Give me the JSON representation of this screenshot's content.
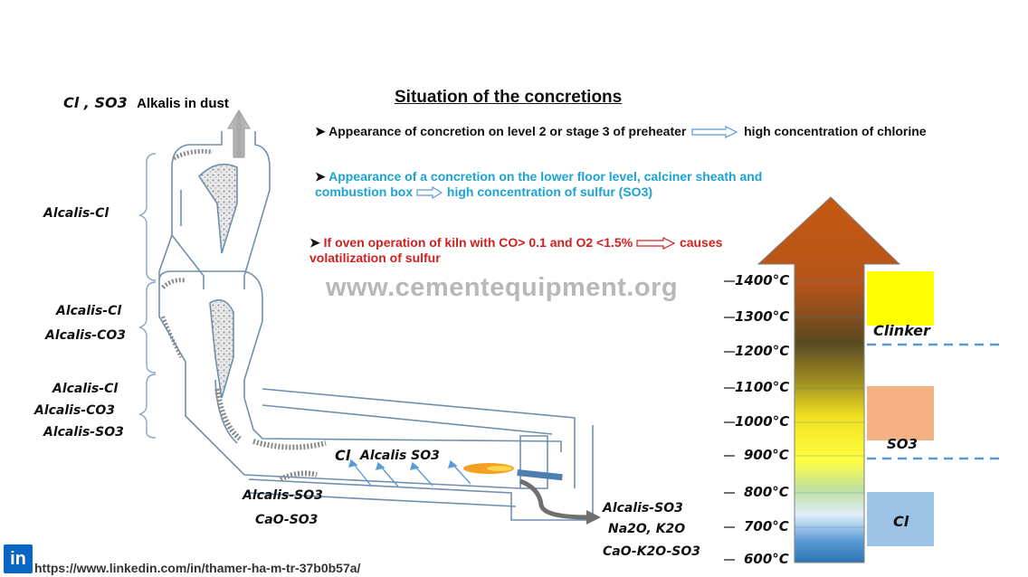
{
  "title": "Situation of the concretions",
  "top_left": {
    "species": "Cl , SO3",
    "text": "Alkalis in dust"
  },
  "notes": [
    {
      "text": "Appearance of concretion on level 2 or stage 3 of preheater",
      "result": "high concentration of chlorine",
      "color": "#111111"
    },
    {
      "text": "Appearance of a concretion on the lower floor level, calciner sheath and combustion box",
      "result": "high concentration of sulfur (SO3)",
      "color": "#1aa3d3"
    },
    {
      "text": "If oven operation of kiln with CO> 0.1 and O2 <1.5%",
      "result": "causes volatilization of sulfur",
      "color": "#d02020"
    }
  ],
  "left_labels": {
    "stage1": "Alcalis-Cl",
    "stage2_a": "Alcalis-Cl",
    "stage2_b": "Alcalis-CO3",
    "stage3_a": "Alcalis-Cl",
    "stage3_b": "Alcalis-CO3",
    "stage3_c": "Alcalis-SO3"
  },
  "kiln_labels": {
    "cl": "Cl",
    "alcalis_so3": "Alcalis SO3",
    "inlet_a": "Alcalis-SO3",
    "inlet_b": "CaO-SO3",
    "out_a": "Alcalis-SO3",
    "out_b": "Na2O, K2O",
    "out_c": "CaO-K2O-SO3"
  },
  "watermark": "www.cementequipment.org",
  "temperatures": [
    "1400°C",
    "1300°C",
    "1200°C",
    "1100°C",
    "1000°C",
    "900°C",
    "800°C",
    "700°C",
    "600°C"
  ],
  "zones": [
    {
      "name": "Clinker",
      "color": "#ffff00"
    },
    {
      "name": "SO3",
      "color": "#f4b183"
    },
    {
      "name": "Cl",
      "color": "#9dc3e6"
    }
  ],
  "footer": {
    "linkedin_badge": "in",
    "url": "https://www.linkedin.com/in/thamer-ha-m-tr-37b0b57a/"
  },
  "colors": {
    "arrow_top": "#c55a11",
    "arrow_bottom": "#2e75b6",
    "outline": "#7f9fbf",
    "dash": "#5b9bd5"
  }
}
